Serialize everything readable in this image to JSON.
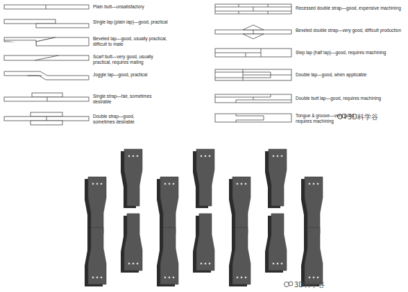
{
  "diagram": {
    "labels": [
      "Plain butt—unsatisfactory",
      "Single lap (plain lap)—good, practical",
      "Beveled lap—good, usually practical, difficult to mate",
      "Scarf butt—very good, usually practical, requires mating",
      "Joggle lap—good, practical",
      "Single strap—fair, sometimes desirable",
      "Double strap—good, sometimes desirable",
      "Recessed double strap—good, expensive machining",
      "Beveled double strap—very good, difficult production",
      "Step lap (half lap)—good, requires machining",
      "Double lap—good, when applicable",
      "Double butt lap—good, requires machining",
      "Tongue & groove—very good, requires machining",
      "3D科学谷",
      "3D科学谷"
    ]
  }
}
